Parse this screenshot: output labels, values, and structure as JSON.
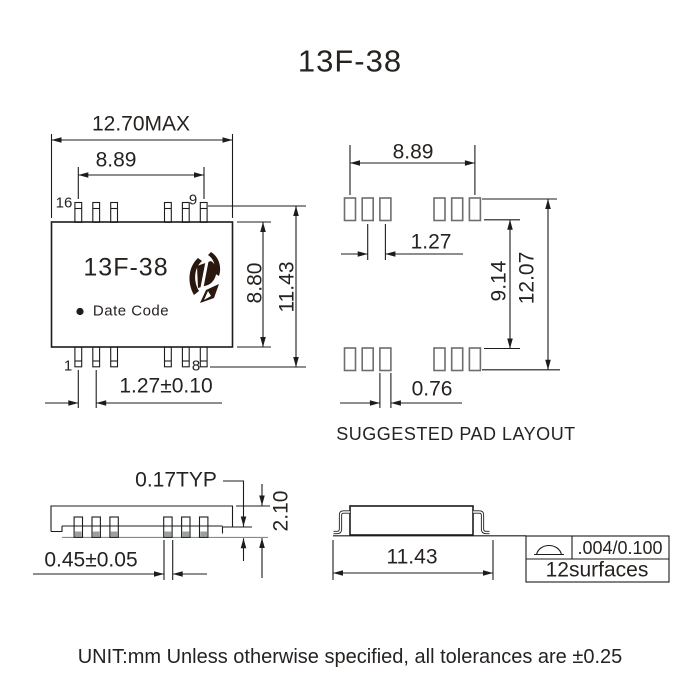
{
  "title": "13F-38",
  "views": {
    "top_view": {
      "part_number": "13F-38",
      "date_code_label": "Date Code",
      "pin_labels": {
        "top_left": "16",
        "top_right": "9",
        "bottom_left": "1",
        "bottom_right": "8"
      },
      "dimensions": {
        "overall_width": "12.70MAX",
        "pin_span": "8.89",
        "body_height": "8.80",
        "overall_height": "11.43",
        "pin_pitch": "1.27±0.10"
      }
    },
    "pad_layout": {
      "caption": "SUGGESTED PAD LAYOUT",
      "dimensions": {
        "pad_span": "8.89",
        "pad_pitch": "1.27",
        "inner_gap": "9.14",
        "outer_span": "12.07",
        "pad_width": "0.76"
      }
    },
    "front_view": {
      "dimensions": {
        "lead_thickness": "0.17TYP",
        "height": "2.10",
        "lead_width": "0.45±0.05"
      }
    },
    "side_view": {
      "dimensions": {
        "body_length": "11.43"
      },
      "flatness_table": {
        "symbol_name": "surface-profile-symbol",
        "value": ".004/0.100",
        "note": "12surfaces"
      }
    }
  },
  "footer": "UNIT:mm Unless otherwise specified, all tolerances are ±0.25",
  "colors": {
    "line": "#1c1c1c",
    "pad_outline": "#6e6e6e",
    "pin_tip_fill": "#9aa0a0",
    "logo": "#2a180e",
    "background": "#ffffff"
  }
}
